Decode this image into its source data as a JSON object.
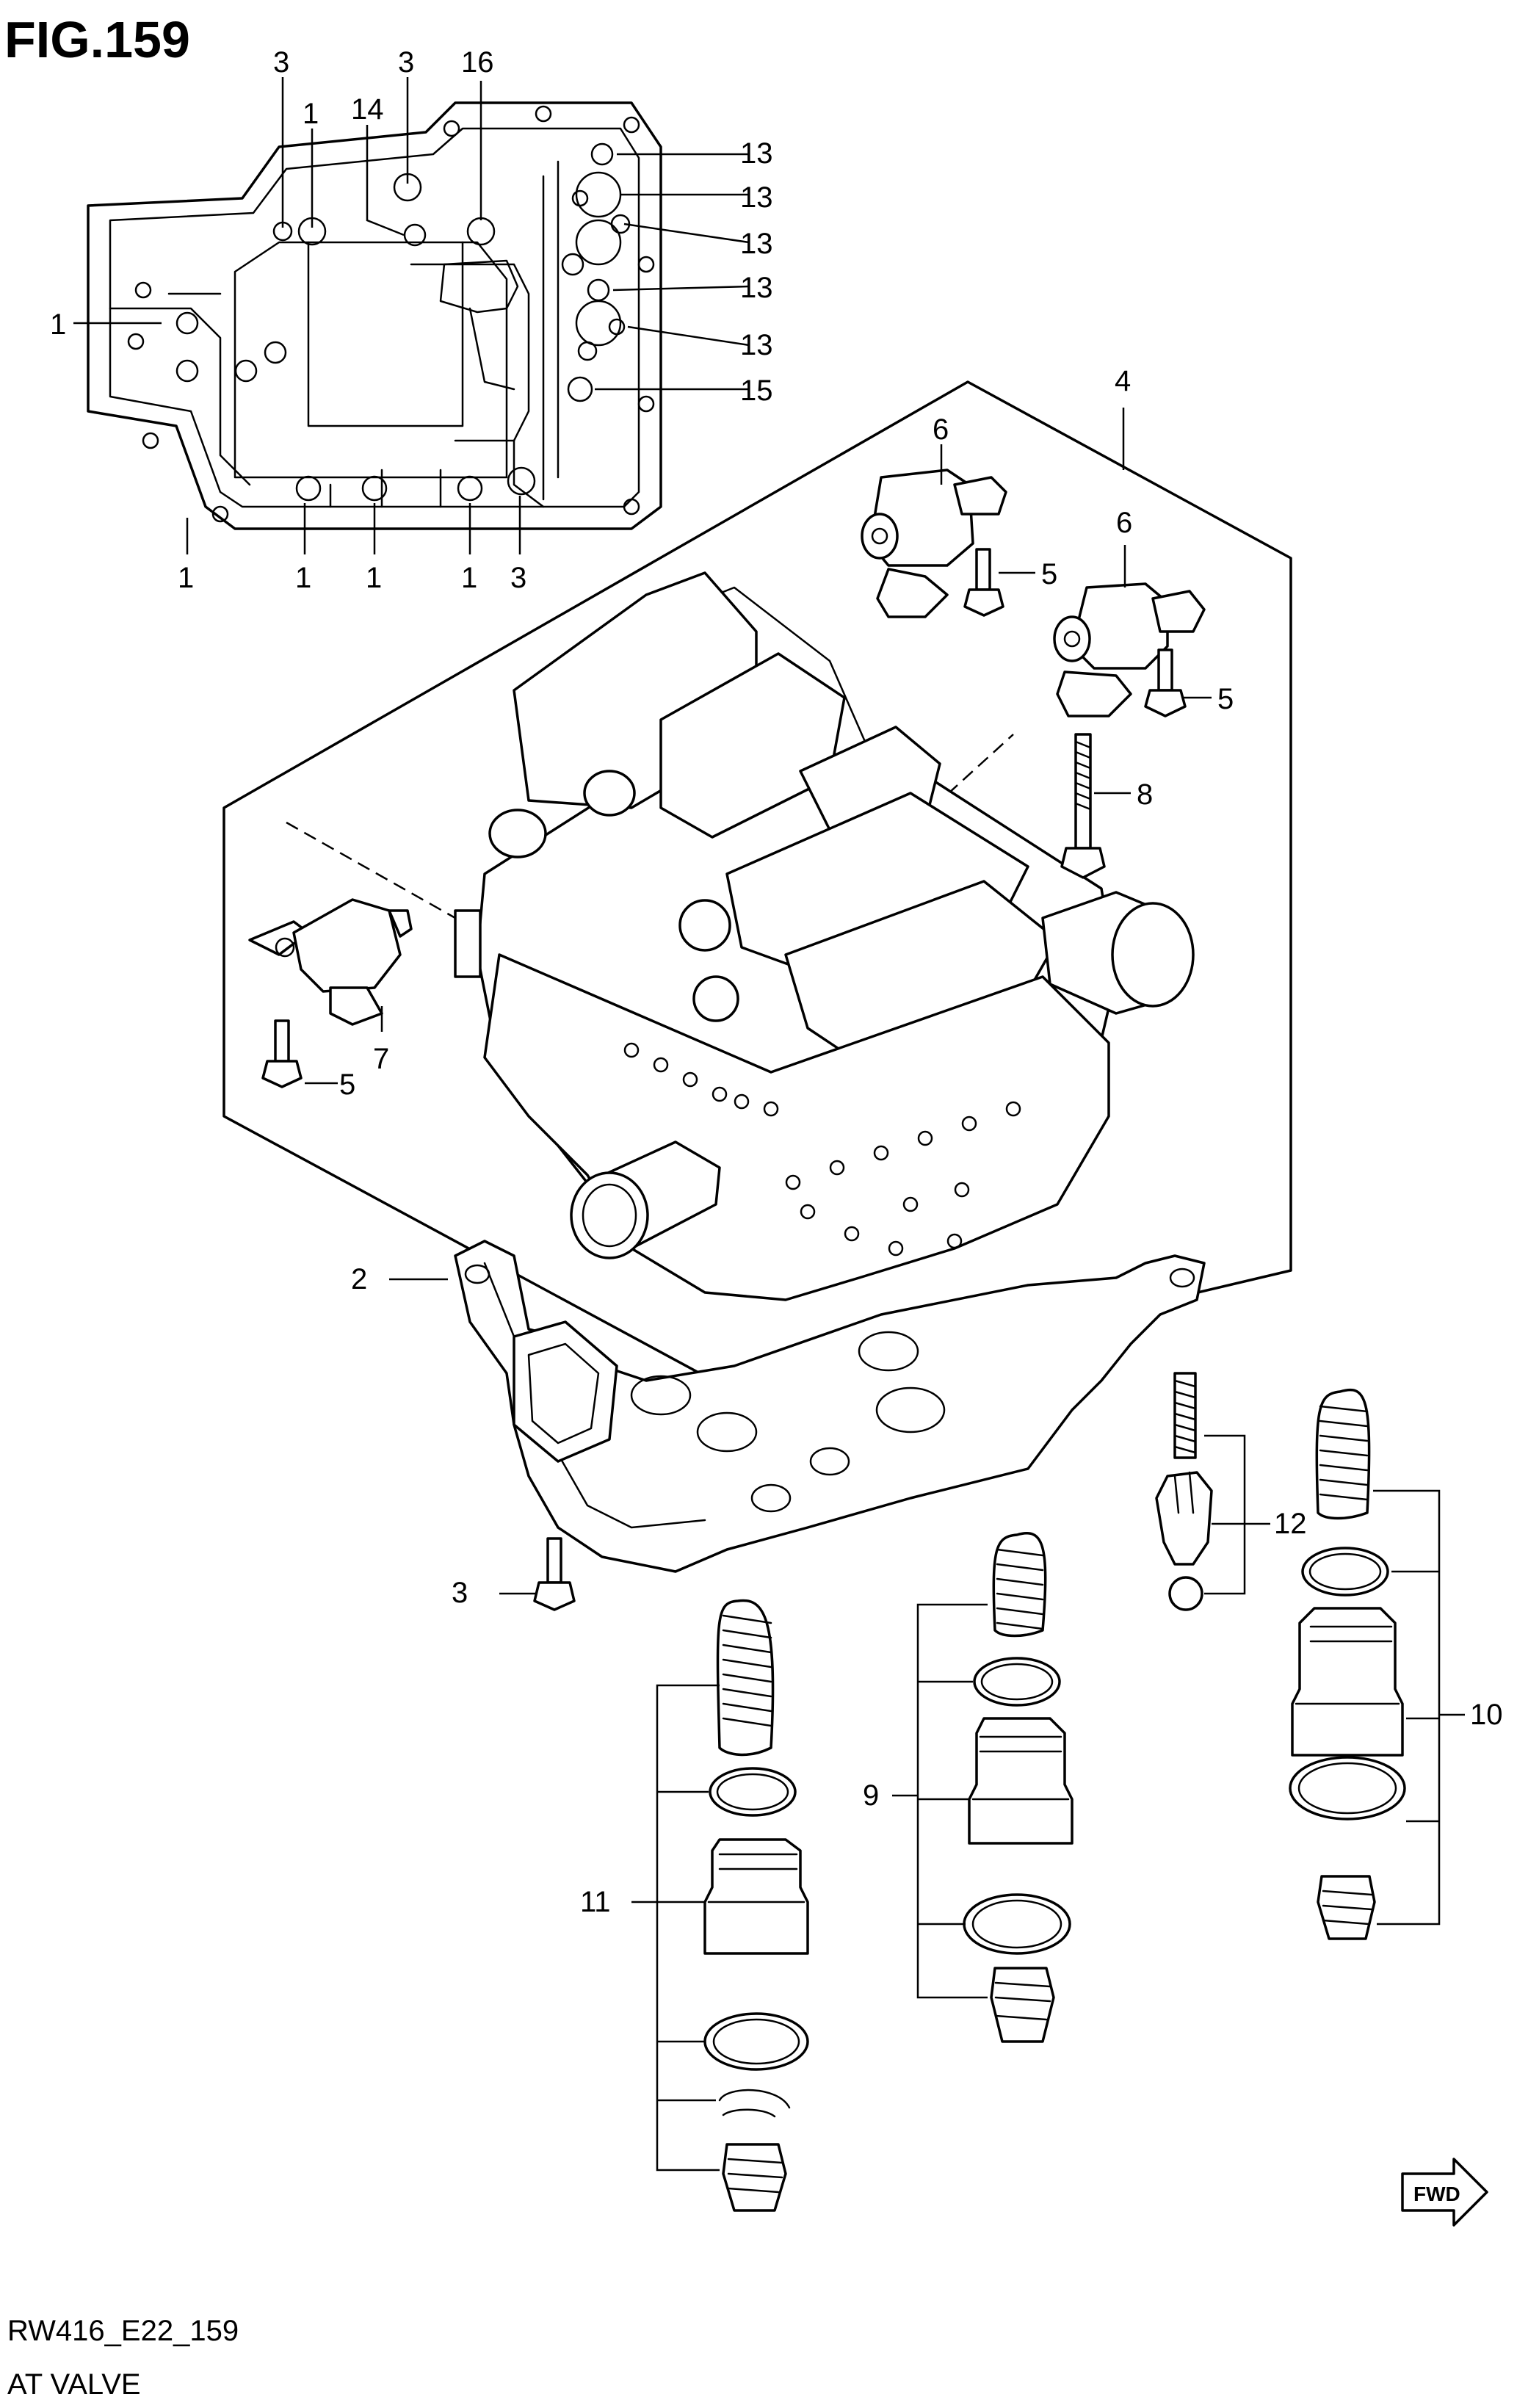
{
  "figure": {
    "title": "FIG.159",
    "code": "RW416_E22_159",
    "name": "AT VALVE",
    "direction_badge": "FWD"
  },
  "callouts": [
    "3",
    "3",
    "16",
    "1",
    "14",
    "13",
    "13",
    "13",
    "13",
    "13",
    "15",
    "1",
    "1",
    "1",
    "1",
    "1",
    "3",
    "4",
    "6",
    "5",
    "6",
    "5",
    "8",
    "7",
    "5",
    "2",
    "3",
    "12",
    "10",
    "9",
    "11"
  ]
}
